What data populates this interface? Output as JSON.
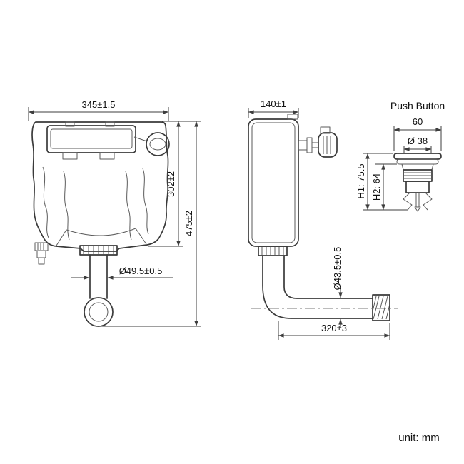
{
  "front_view": {
    "width": "345±1.5",
    "body_height": "302±2",
    "total_height": "475±2",
    "outlet_diameter": "Ø49.5±0.5"
  },
  "side_view": {
    "depth": "140±1",
    "pipe_diameter": "Ø43.5±0.5",
    "pipe_length": "320±3"
  },
  "push_button": {
    "title": "Push Button",
    "width": "60",
    "button_diameter": "Ø 38",
    "height_h1": "H1: 75.5",
    "height_h2": "H2: 64"
  },
  "footer": {
    "unit_label": "unit: mm"
  }
}
